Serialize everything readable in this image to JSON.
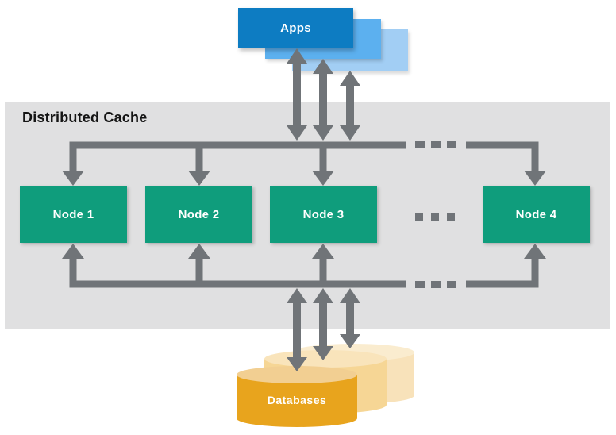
{
  "diagram": {
    "type": "architecture-diagram",
    "apps": {
      "label": "Apps",
      "stack_count": 3
    },
    "cache": {
      "label": "Distributed Cache",
      "nodes": [
        {
          "label": "Node 1"
        },
        {
          "label": "Node 2"
        },
        {
          "label": "Node 3"
        },
        {
          "label": "Node 4"
        }
      ],
      "ellipsis_between_node3_and_node4": "■ ■ ■"
    },
    "databases": {
      "label": "Databases",
      "stack_count": 3
    },
    "connections": [
      {
        "from": "Apps",
        "to": "Distributed Cache",
        "style": "three double-headed vertical arrows"
      },
      {
        "from": "Distributed Cache top bus",
        "to": "each Node",
        "style": "downward arrows from dashed horizontal bus"
      },
      {
        "from": "each Node",
        "to": "Distributed Cache bottom bus",
        "style": "upward arrows to dashed horizontal bus"
      },
      {
        "from": "Distributed Cache",
        "to": "Databases",
        "style": "three double-headed vertical arrows"
      }
    ],
    "colors": {
      "app_front": "#0d7cc2",
      "app_mid": "#5cb0ef",
      "app_back": "#a2cef4",
      "node_green": "#0f9d7c",
      "band_gray": "#e0e0e1",
      "arrow_gray": "#707478",
      "db_front_body": "#e8a41d",
      "db_front_top": "#f2cf92",
      "db_mid_body": "#f6d695",
      "db_mid_top": "#f9e4bb",
      "db_back_body": "#f8e2ba",
      "db_back_top": "#faeccf",
      "label_text": "#ffffff",
      "title_text": "#141414"
    }
  }
}
